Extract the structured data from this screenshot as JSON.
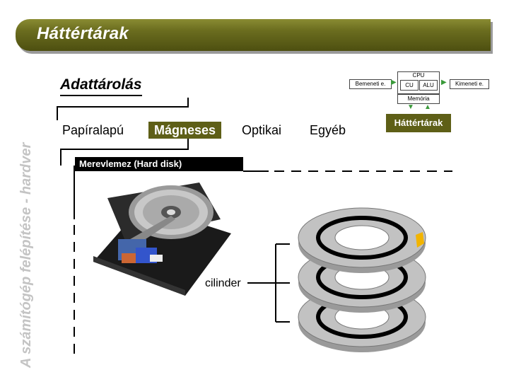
{
  "slide": {
    "title": "Háttértárak",
    "side_text": "A számítógép felépítése - hardver"
  },
  "diagram": {
    "heading": "Adattárolás",
    "categories": [
      {
        "label": "Papíralapú",
        "active": false
      },
      {
        "label": "Mágneses",
        "active": true
      },
      {
        "label": "Optikai",
        "active": false
      },
      {
        "label": "Egyéb",
        "active": false
      }
    ],
    "section_label": "Merevlemez (Hard disk)",
    "cylinder_label": "cilinder"
  },
  "mini_diagram": {
    "input": "Bemeneti e.",
    "cpu": "CPU",
    "cu": "CU",
    "alu": "ALU",
    "memory": "Memória",
    "output": "Kimeneti e.",
    "storage": "Háttértárak"
  },
  "colors": {
    "accent_olive": "#5e5f17",
    "title_gradient_top": "#8a8c33",
    "title_gradient_bottom": "#4d4f10",
    "side_text_gray": "#c4c4c4",
    "arrow_green": "#3a9a3a",
    "highlight_sector": "#f2b400"
  }
}
